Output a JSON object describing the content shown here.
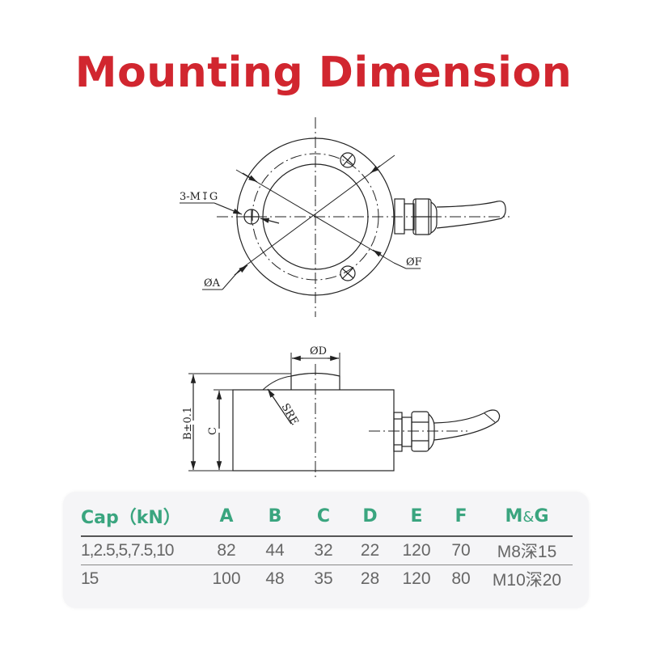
{
  "title": "Mounting Dimension",
  "colors": {
    "title": "#d1262f",
    "table_header": "#3aa57f",
    "table_text": "#666666",
    "panel_bg": "#f5f5f7",
    "drawing_line": "#222222"
  },
  "drawing": {
    "top_view": {
      "labels": {
        "holes": "3-M↧G",
        "outer_diameter": "ØA",
        "bolt_circle": "ØF"
      }
    },
    "side_view": {
      "labels": {
        "boss_diameter": "ØD",
        "total_height": "B±0.1",
        "body_height": "C",
        "sphere_radius": "SRE"
      }
    }
  },
  "table": {
    "headers": {
      "cap": "Cap（kN）",
      "a": "A",
      "b": "B",
      "c": "C",
      "d": "D",
      "e": "E",
      "f": "F",
      "mg_m": "M",
      "mg_amp": "&",
      "mg_g": "G"
    },
    "rows": [
      {
        "cap": "1,2.5,5,7.5,10",
        "a": "82",
        "b": "44",
        "c": "32",
        "d": "22",
        "e": "120",
        "f": "70",
        "mg": "M8深15"
      },
      {
        "cap": "15",
        "a": "100",
        "b": "48",
        "c": "35",
        "d": "28",
        "e": "120",
        "f": "80",
        "mg": "M10深20"
      }
    ]
  }
}
